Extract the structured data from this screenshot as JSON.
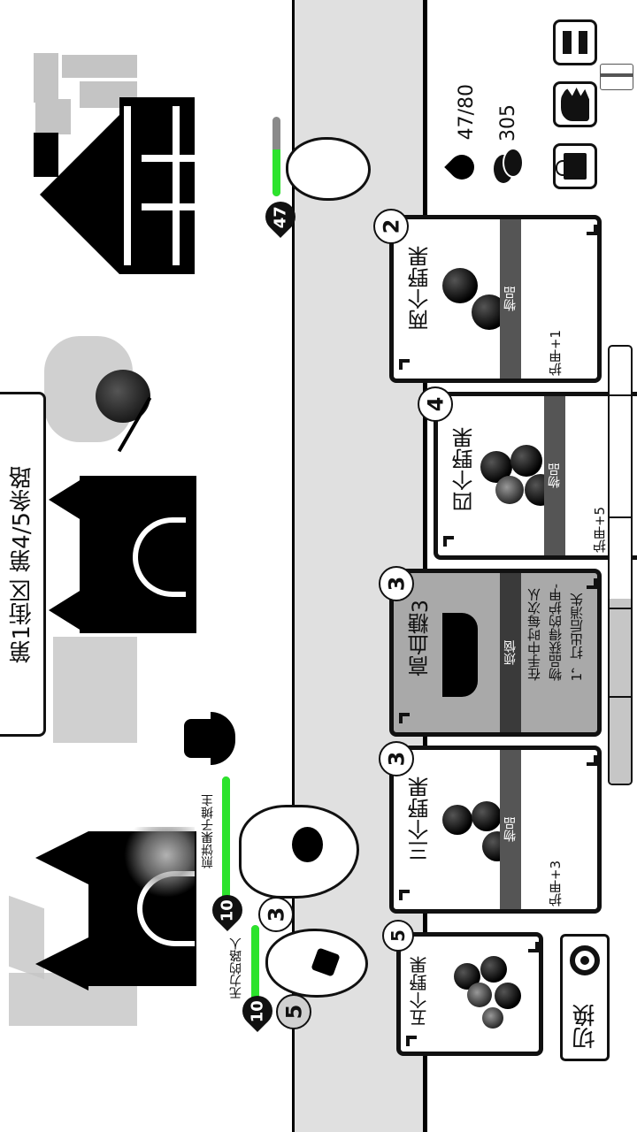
{
  "level": {
    "district_label": "第1街区 第4/5条路"
  },
  "player": {
    "hp_current": 47,
    "hp_max": 80,
    "hp_text": "47/80",
    "hp_badge": "47",
    "coins": "305",
    "hp_bar_percent": 59
  },
  "hud": {
    "pause_icon": "pause-icon",
    "hand_icon": "hand-icon",
    "shop_icon": "shopping-bag-icon",
    "heart_icon": "heart-icon",
    "coin_icon": "coin-stack-icon"
  },
  "enemies": [
    {
      "name": "煎饼果子摊主",
      "hp": "10",
      "intent": "3",
      "hp_bar_percent": 100
    },
    {
      "name": "无力的路人",
      "hp": "10",
      "intent": "5",
      "hp_bar_percent": 100
    }
  ],
  "hand": {
    "cards": [
      {
        "cost": "2",
        "name": "两个野果",
        "type": "物品",
        "desc": "护甲+1",
        "berries": 2,
        "style": "item"
      },
      {
        "cost": "4",
        "name": "四个野果",
        "type": "物品",
        "desc": "护甲+5",
        "berries": 4,
        "style": "item"
      },
      {
        "cost": "3",
        "name": "高血糖3",
        "type": "烦恼",
        "desc": "在手中时每次从物品获得的护甲-1，打出后消失",
        "desc_lines": [
          "在手中时每次从",
          "物品获得的护甲-",
          "1，打出后消失"
        ],
        "style": "curse"
      },
      {
        "cost": "3",
        "name": "三个野果",
        "type": "物品",
        "desc": "护甲+3",
        "berries": 3,
        "style": "item"
      },
      {
        "cost": "5",
        "name": "五个野果",
        "type": "",
        "desc": "",
        "berries": 5,
        "style": "item"
      }
    ]
  },
  "swap_button": {
    "label": "切换",
    "icon": "swap-target-icon"
  },
  "colors": {
    "hp_green": "#2ce32c",
    "road_gray": "#e0e0e0",
    "curse_card": "#a9a9a9",
    "item_strip": "#555555"
  }
}
